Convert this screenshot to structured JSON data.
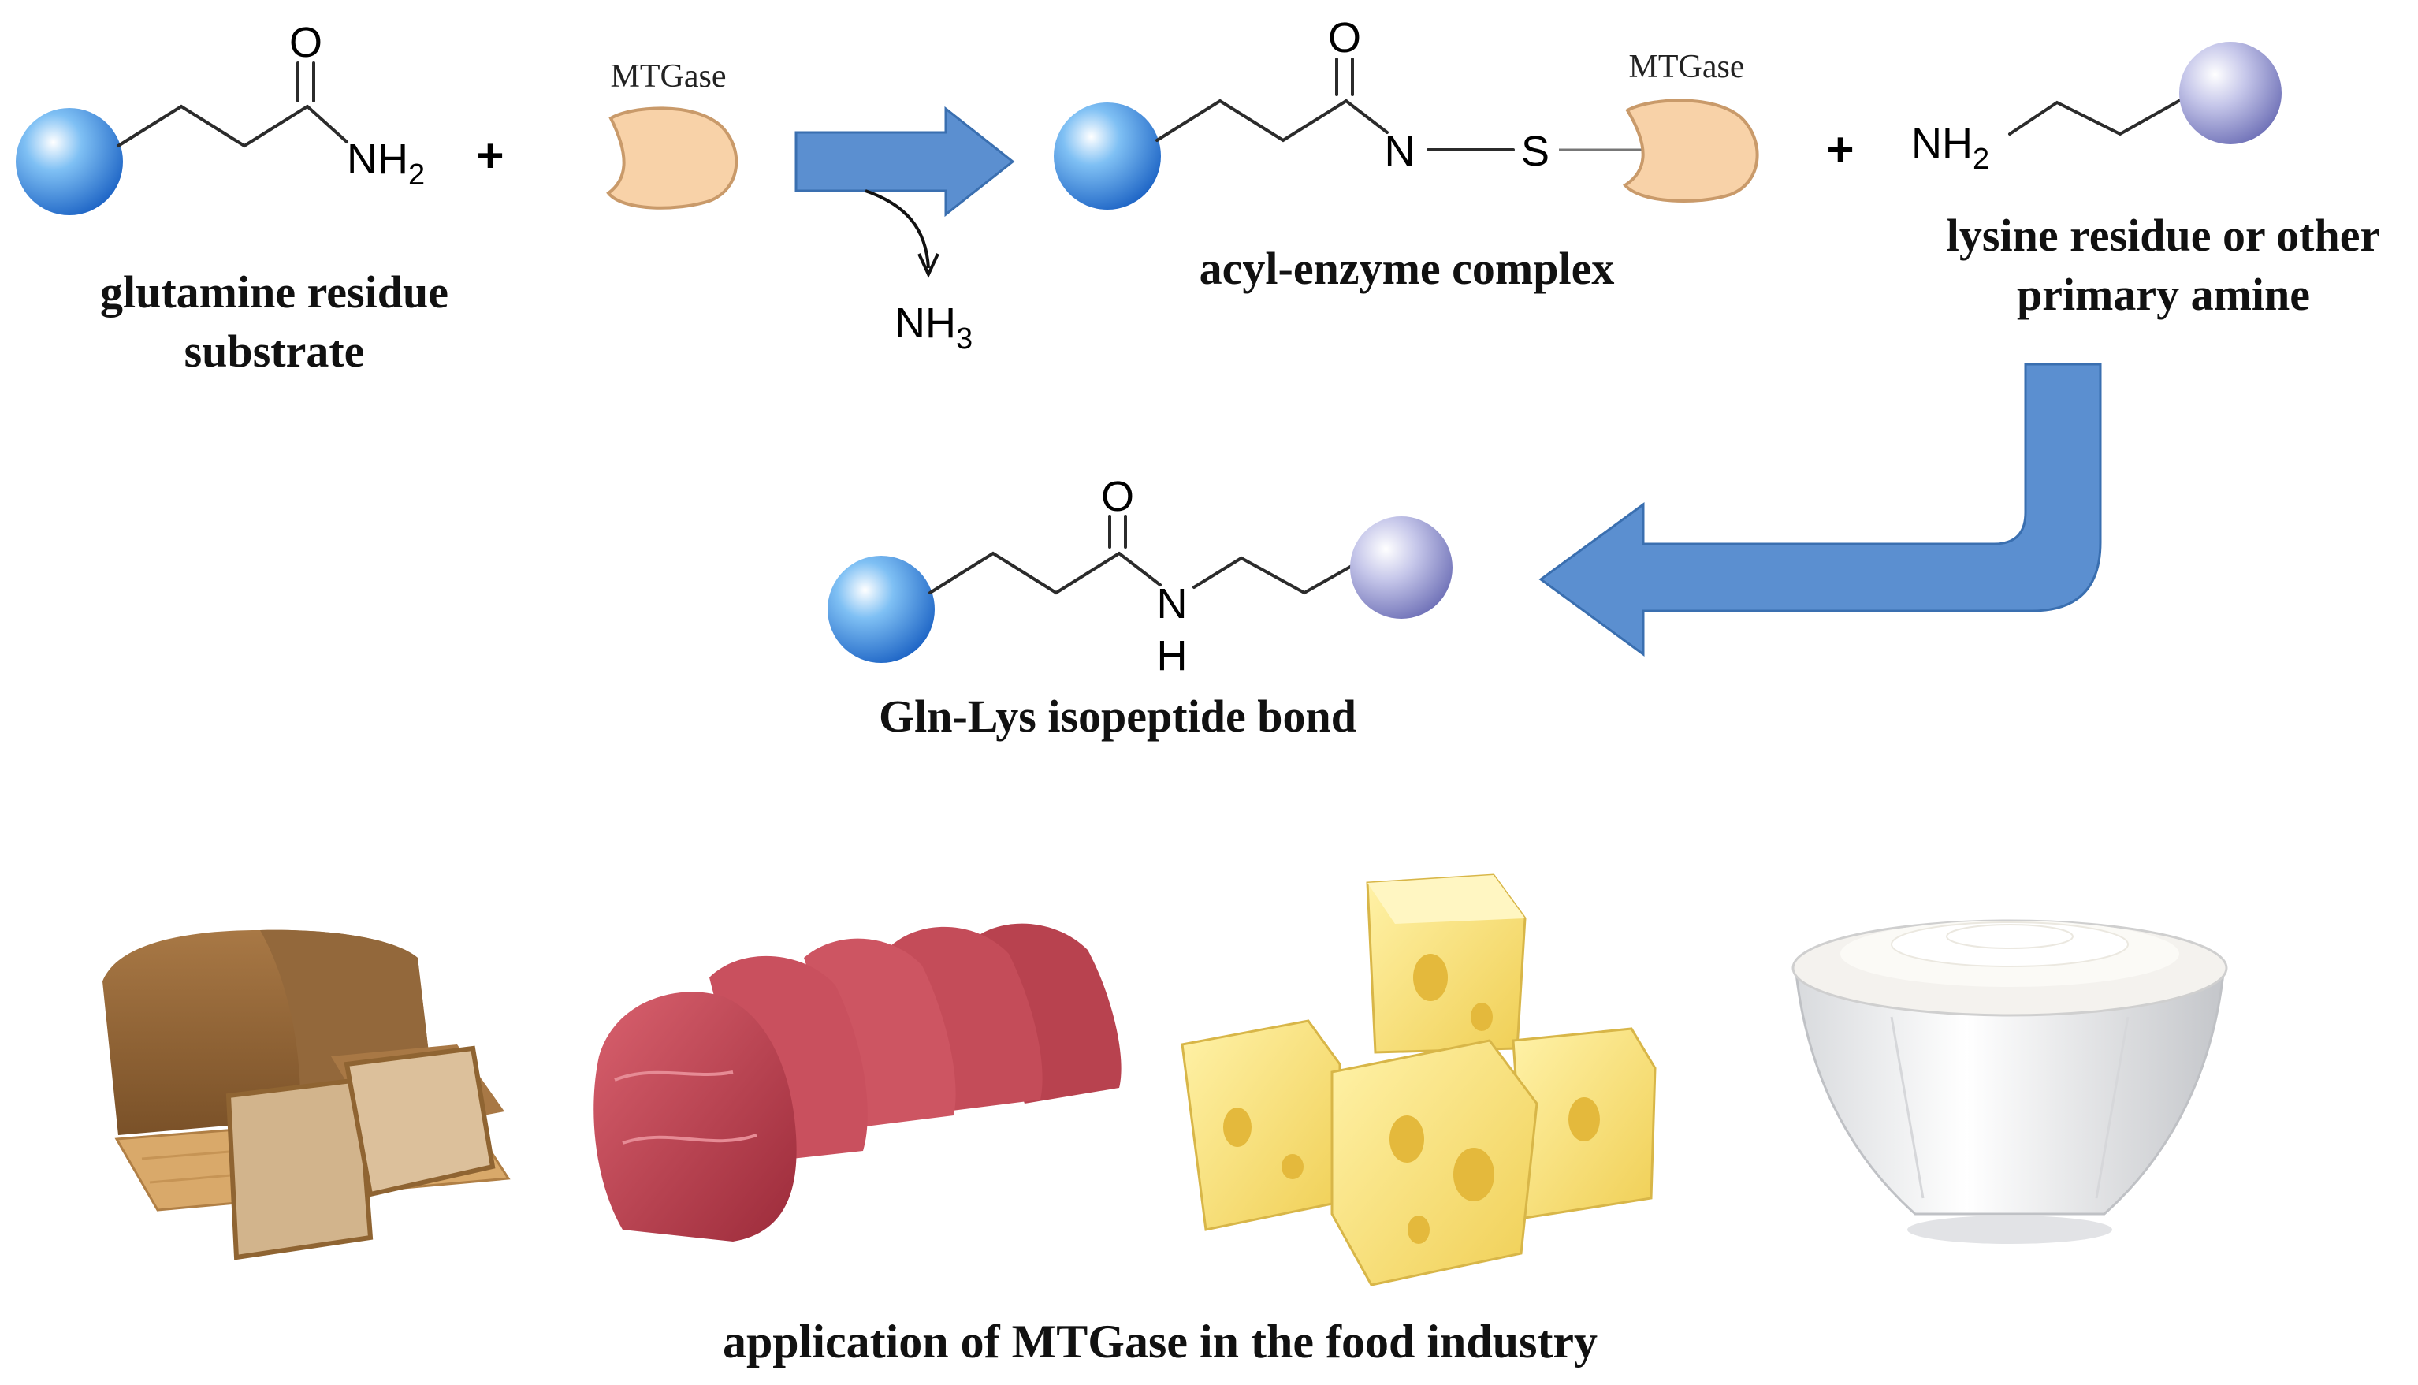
{
  "diagram": {
    "enzyme_name": "MTGase",
    "atoms": {
      "oxygen": "O",
      "nitrogen": "N",
      "sulfur": "S",
      "hydrogen": "H",
      "amine_nh": "NH",
      "amine_sub": "2",
      "ammonia": "NH",
      "ammonia_sub": "3",
      "plus": "+"
    },
    "labels": {
      "glutamine_line1": "glutamine residue",
      "glutamine_line2": "substrate",
      "acyl_enzyme": "acyl-enzyme complex",
      "lysine_line1": "lysine residue or other",
      "lysine_line2": "primary amine",
      "isopeptide": "Gln-Lys isopeptide bond",
      "application": "application of MTGase in the food industry"
    },
    "food_items": [
      "bread-image",
      "meat-image",
      "cheese-image",
      "yogurt-image"
    ],
    "colors": {
      "arrow_fill": "#5b8fd0",
      "arrow_edge": "#3a6fb0",
      "glutamine_sphere": "#2f7fd8",
      "lysine_sphere": "#8e90cc",
      "enzyme_fill": "#f8d2a8",
      "enzyme_edge": "#c99a6a"
    }
  }
}
